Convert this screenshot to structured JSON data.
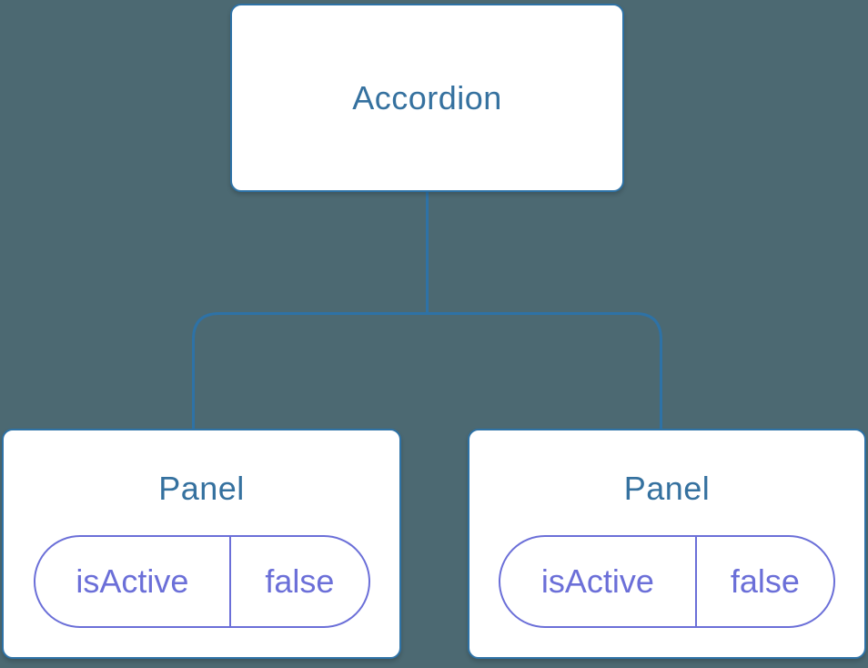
{
  "diagram": {
    "root": {
      "label": "Accordion"
    },
    "panels": [
      {
        "label": "Panel",
        "state": {
          "key": "isActive",
          "value": "false"
        }
      },
      {
        "label": "Panel",
        "state": {
          "key": "isActive",
          "value": "false"
        }
      }
    ]
  },
  "colors": {
    "background": "#4C6972",
    "connector": "#2E72A6",
    "node_border": "#2E72A6",
    "node_bg": "#FFFFFF",
    "node_text": "#35719F",
    "pill_border": "#6B6FD8",
    "pill_text": "#6B6FD8"
  }
}
